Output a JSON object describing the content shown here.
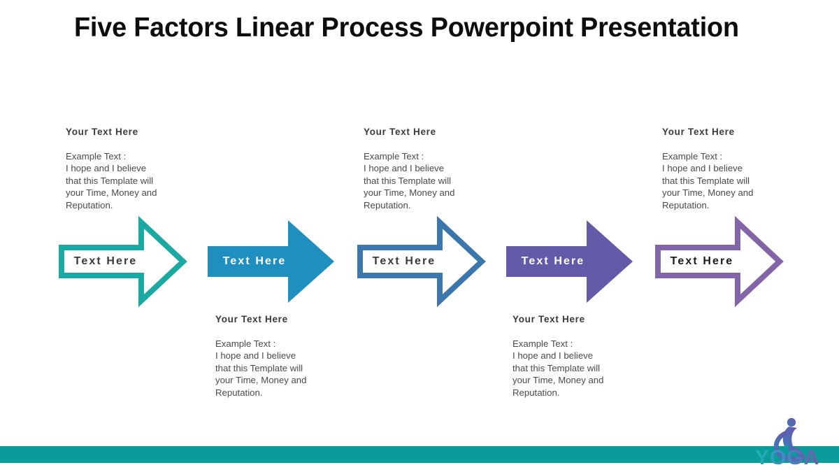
{
  "slide": {
    "title": "Five Factors Linear Process Powerpoint Presentation",
    "background_color": "#ffffff"
  },
  "footer": {
    "bar_color": "#0a9b9b",
    "logo": {
      "wordmark": "YOGA",
      "figure_icon": "yoga-seated-figure-icon",
      "gradient_start": "#16b6b0",
      "gradient_end": "#7a56a8"
    }
  },
  "steps": [
    {
      "id": 1,
      "arrow": {
        "label": "Text Here",
        "style": "outline",
        "color": "#1ba9a3",
        "label_color": "#3a3a3a",
        "fill": "#ffffff"
      },
      "caption_position": "above",
      "caption": {
        "heading": "Your Text Here",
        "lines": [
          "Example Text :",
          "I hope and I believe",
          "that this Template will",
          "your Time, Money and",
          "Reputation."
        ]
      }
    },
    {
      "id": 2,
      "arrow": {
        "label": "Text Here",
        "style": "solid",
        "color": "#1e8fbe",
        "label_color": "#ffffff",
        "fill": "#1e8fbe"
      },
      "caption_position": "below",
      "caption": {
        "heading": "Your Text Here",
        "lines": [
          "Example Text :",
          "I hope and I believe",
          "that this Template will",
          "your Time, Money and",
          "Reputation."
        ]
      }
    },
    {
      "id": 3,
      "arrow": {
        "label": "Text Here",
        "style": "outline",
        "color": "#3b76ac",
        "label_color": "#3a3a3a",
        "fill": "#ffffff"
      },
      "caption_position": "above",
      "caption": {
        "heading": "Your Text Here",
        "lines": [
          "Example Text :",
          "I hope and I believe",
          "that this Template will",
          "your Time, Money and",
          "Reputation."
        ]
      }
    },
    {
      "id": 4,
      "arrow": {
        "label": "Text Here",
        "style": "solid",
        "color": "#635aa8",
        "label_color": "#ffffff",
        "fill": "#635aa8"
      },
      "caption_position": "below",
      "caption": {
        "heading": "Your Text Here",
        "lines": [
          "Example Text :",
          "I hope and I believe",
          "that this Template will",
          "your Time, Money and",
          "Reputation."
        ]
      }
    },
    {
      "id": 5,
      "arrow": {
        "label": "Text Here",
        "style": "outline",
        "color": "#8265a8",
        "label_color": "#1a1a1a",
        "fill": "#ffffff"
      },
      "caption_position": "above",
      "caption": {
        "heading": "Your Text Here",
        "lines": [
          "Example Text :",
          "I hope and I believe",
          "that this Template will",
          "your Time, Money and",
          "Reputation."
        ]
      }
    }
  ]
}
